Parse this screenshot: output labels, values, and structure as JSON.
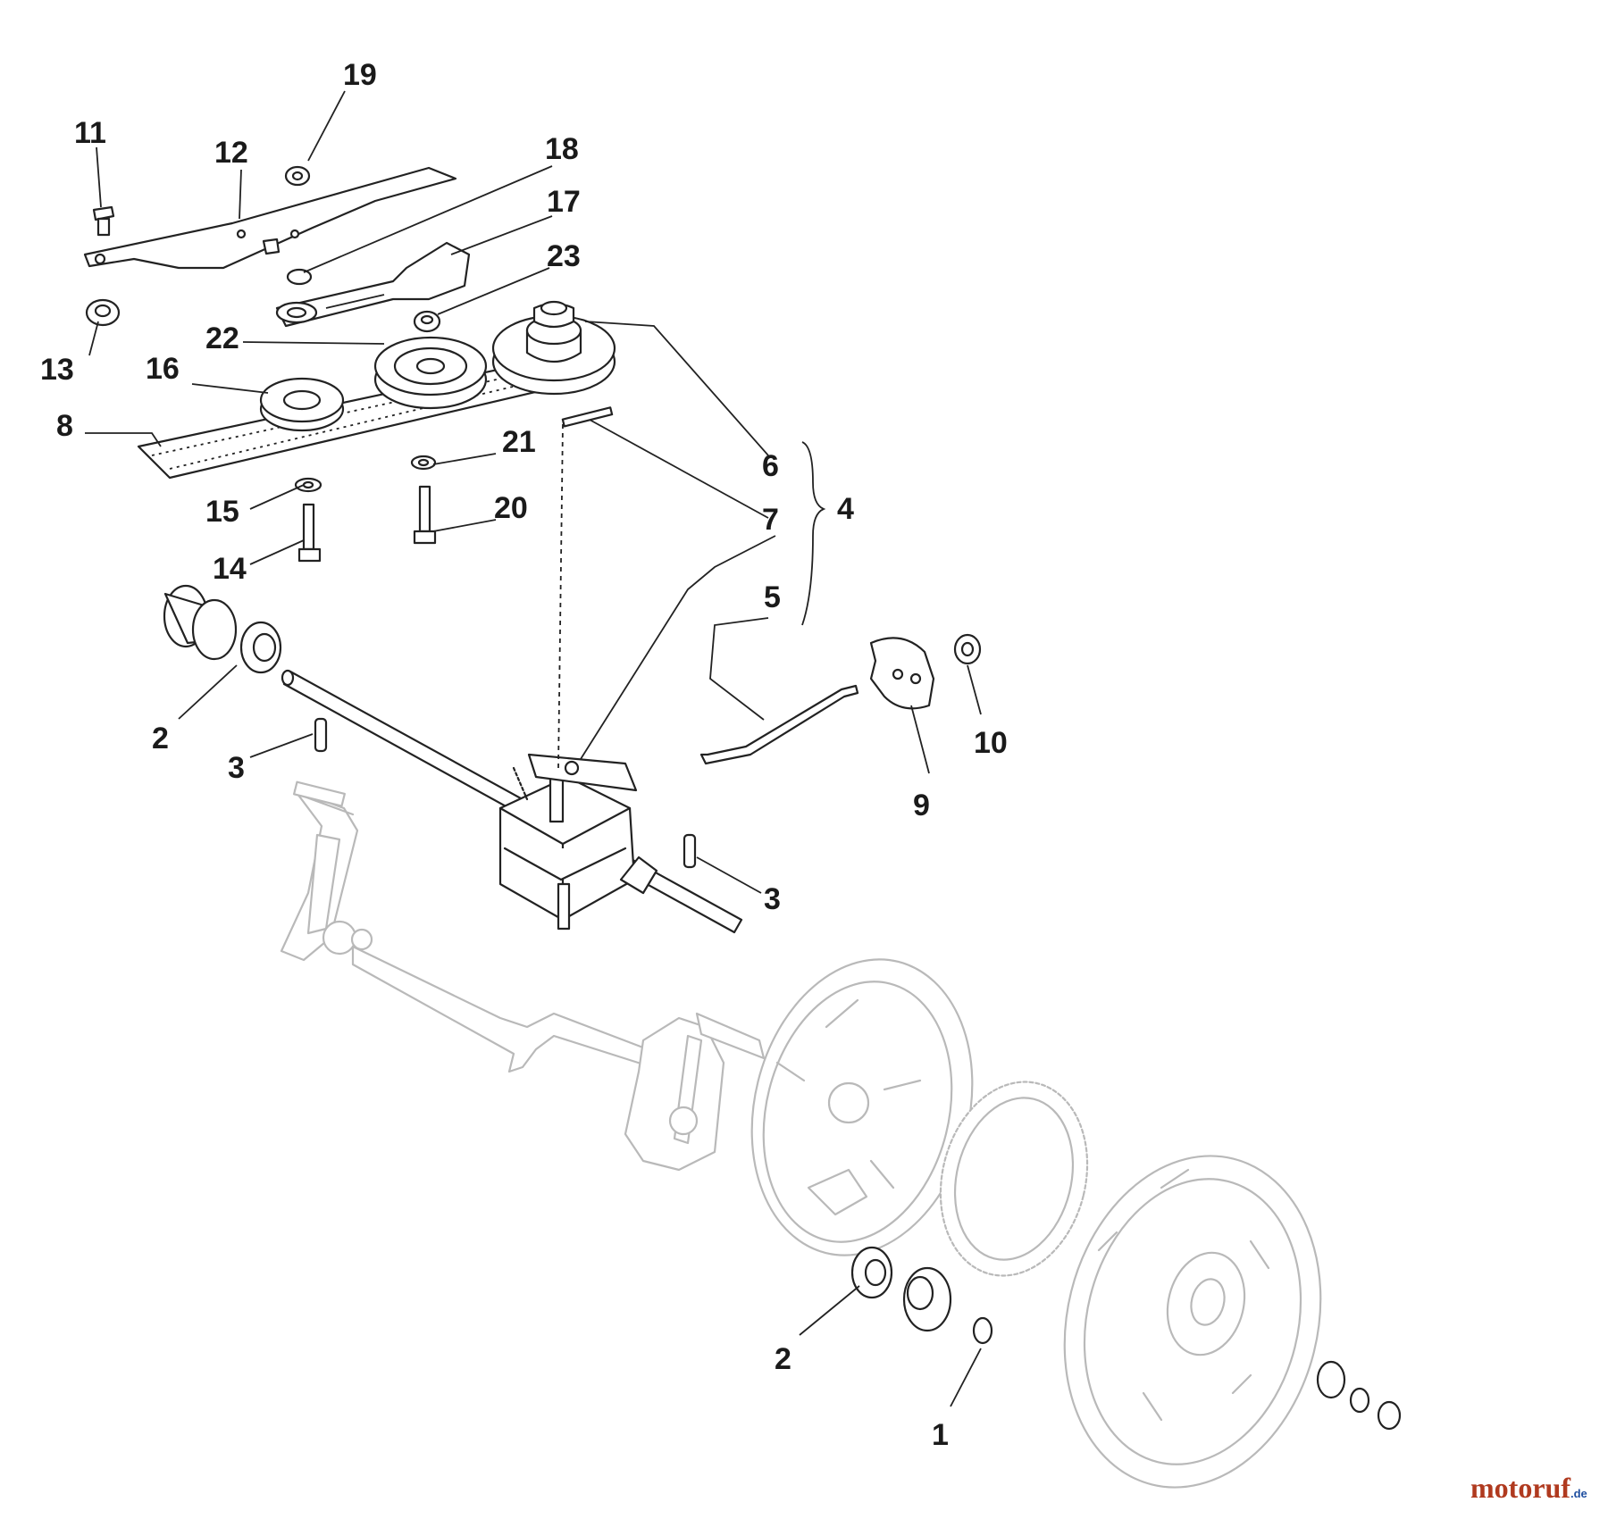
{
  "callouts": {
    "n1": "1",
    "n2a": "2",
    "n2b": "2",
    "n3a": "3",
    "n3b": "3",
    "n4": "4",
    "n5": "5",
    "n6": "6",
    "n7": "7",
    "n8": "8",
    "n9": "9",
    "n10": "10",
    "n11": "11",
    "n12": "12",
    "n13": "13",
    "n14": "14",
    "n15": "15",
    "n16": "16",
    "n17": "17",
    "n18": "18",
    "n19": "19",
    "n20": "20",
    "n21": "21",
    "n22": "22",
    "n23": "23"
  },
  "watermark": {
    "name": "motoruf",
    "suffix": ".de"
  },
  "colors": {
    "line": "#222222",
    "ghost_line": "#b9b9b9",
    "watermark": "#b03a1f",
    "watermark_suffix": "#1f4fa0"
  }
}
